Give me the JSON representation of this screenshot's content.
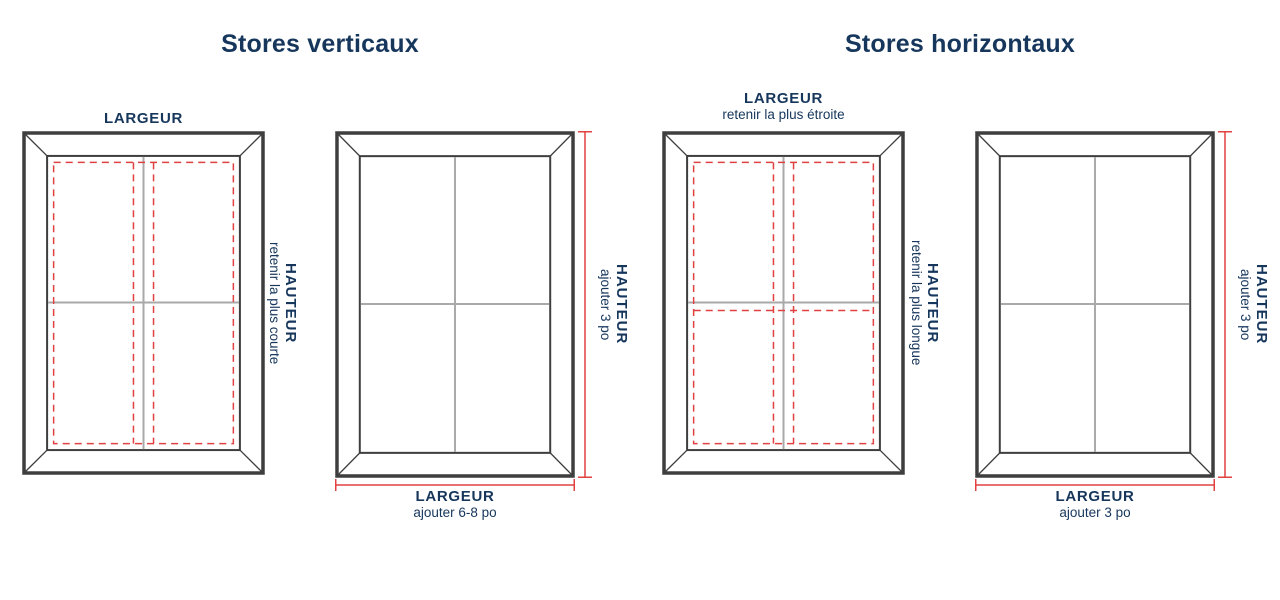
{
  "colors": {
    "navy": "#16365c",
    "red": "#e04141",
    "frame": "#3e3e3e",
    "mullion": "#a9a9a9",
    "bg": "#ffffff"
  },
  "sections": {
    "vertical": {
      "title": "Stores verticaux"
    },
    "horizontal": {
      "title": "Stores horizontaux"
    }
  },
  "windows": {
    "w1": {
      "top_title": "LARGEUR",
      "side_title": "HAUTEUR",
      "side_subtitle": "retenir la plus courte"
    },
    "w2": {
      "side_title": "HAUTEUR",
      "side_subtitle": "ajouter 3 po",
      "bottom_title": "LARGEUR",
      "bottom_subtitle": "ajouter 6-8 po"
    },
    "w3": {
      "top_title": "LARGEUR",
      "top_subtitle": "retenir la plus étroite",
      "side_title": "HAUTEUR",
      "side_subtitle": "retenir la plus longue"
    },
    "w4": {
      "side_title": "HAUTEUR",
      "side_subtitle": "ajouter 3 po",
      "bottom_title": "LARGEUR",
      "bottom_subtitle": "ajouter 3 po"
    }
  }
}
